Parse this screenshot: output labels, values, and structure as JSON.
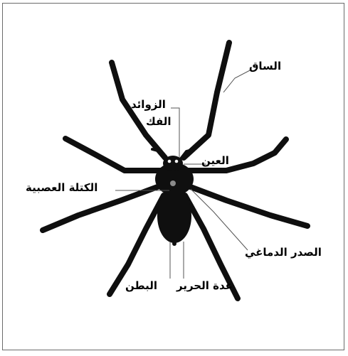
{
  "labels": {
    "leg": "الساق",
    "pedipalps": "الزوائد",
    "jaw": "الفك",
    "eye": "العين",
    "nerve_mass": "الكتلة العصبية",
    "cephalothorax": "الصدر الدماغي",
    "silk_gland": "غدة الحرير",
    "abdomen": "البطن"
  },
  "colors": {
    "spider": "#0f0f0f",
    "leader_line": "#555555",
    "frame": "#6b6b6b"
  }
}
